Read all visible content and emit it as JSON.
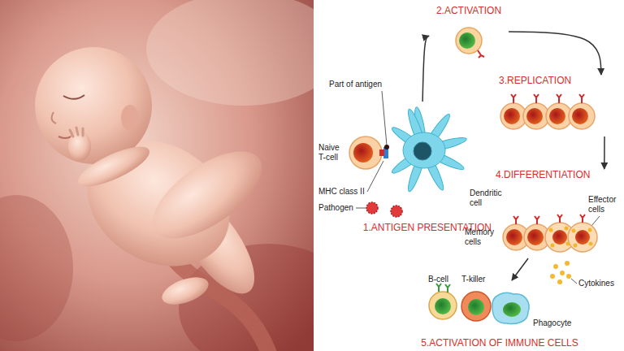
{
  "diagram": {
    "nodes": [
      {
        "text": [
          "1.ANTIGEN PRESENTATION"
        ]
      },
      {
        "text": [
          "2.ACTIVATION"
        ]
      },
      {
        "text": [
          "3.REPLICATION"
        ]
      },
      {
        "text": [
          "4.DIFFERENTIATION"
        ]
      },
      {
        "text": [
          "5.ACTIVATION OF IMMUNE CELLS"
        ]
      }
    ],
    "edges": [
      {
        "from": 0,
        "to": 1,
        "arrow": "to"
      },
      {
        "from": 1,
        "to": 2,
        "arrow": "to"
      },
      {
        "from": 2,
        "to": 3,
        "arrow": "to"
      },
      {
        "from": 3,
        "to": 4,
        "arrow": "to"
      }
    ],
    "labels": [
      "Part of antigen",
      "Naive T-cell",
      "Dendritic cell",
      "MHC class II",
      "Pathogen",
      "Memory cells",
      "Effector cells",
      "Cytokines",
      "B-cell",
      "T-killer",
      "Phagocyte"
    ]
  }
}
